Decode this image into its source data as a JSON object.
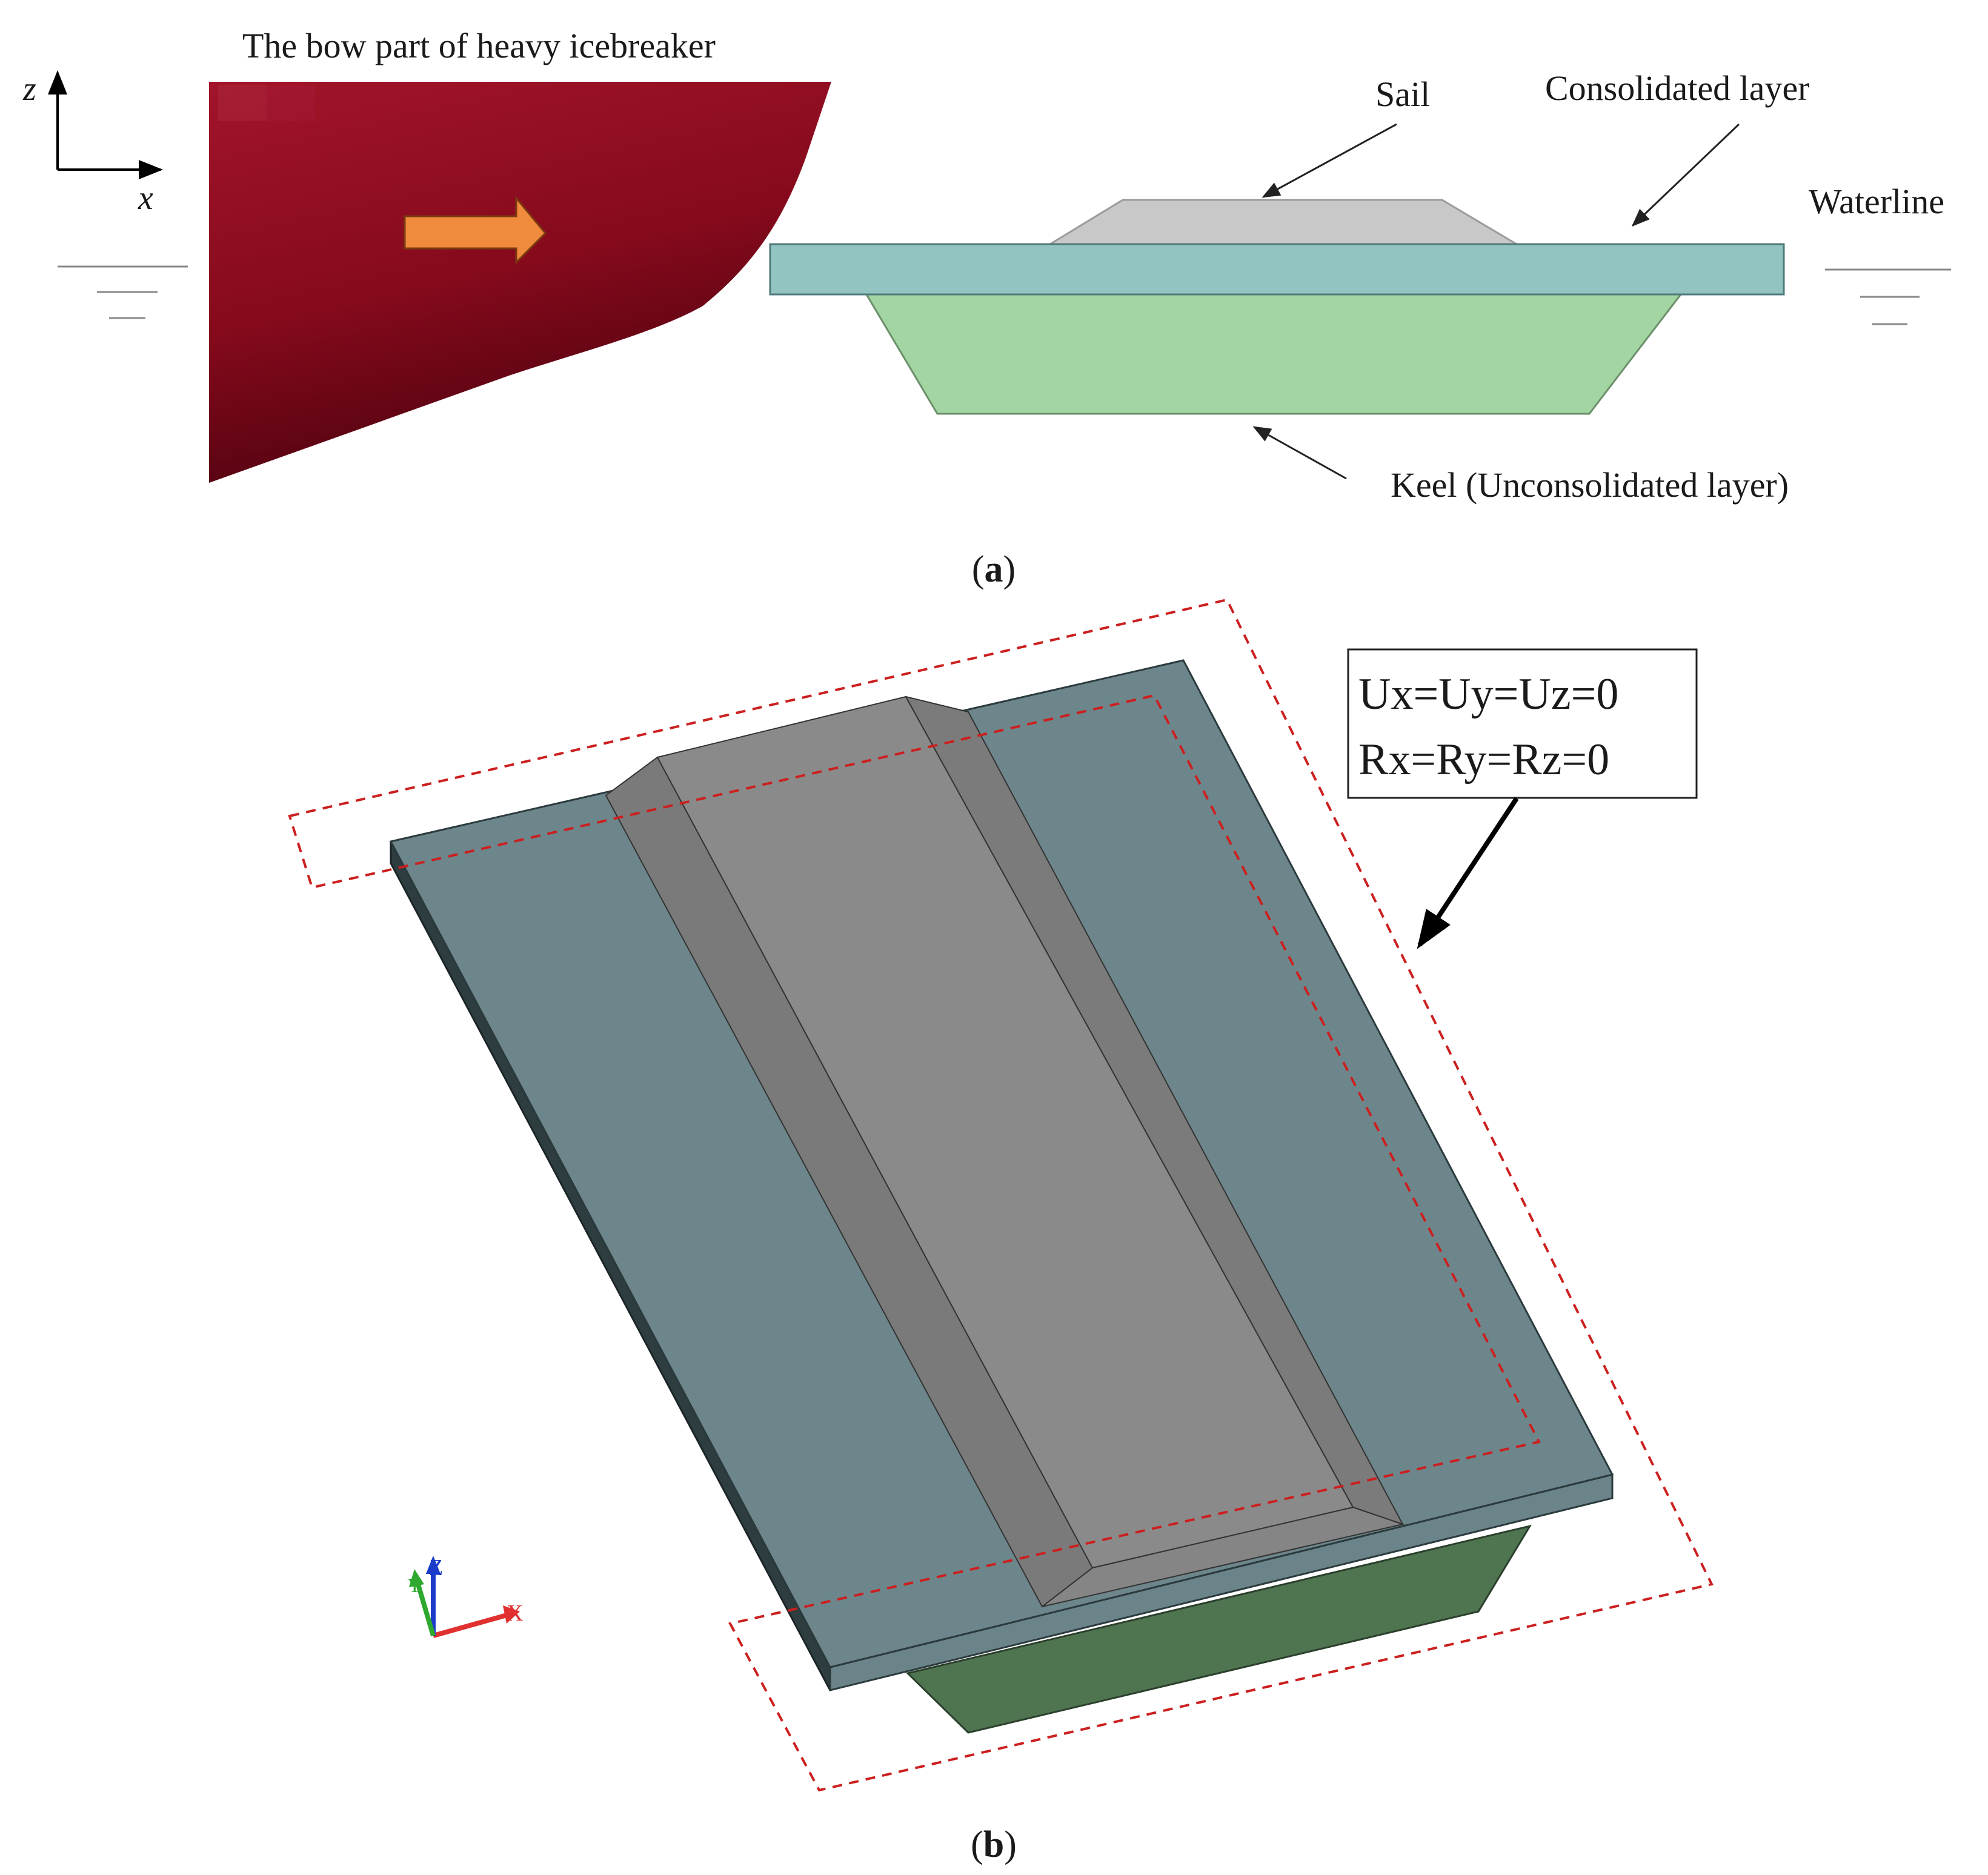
{
  "panel_a": {
    "bow_label": "The bow part of heavy icebreaker",
    "axis_z": "z",
    "axis_x": "x",
    "sail_label": "Sail",
    "consolidated_label": "Consolidated layer",
    "waterline_label": "Waterline",
    "keel_label": "Keel (Unconsolidated layer)",
    "caption_open": "(",
    "caption_letter": "a",
    "caption_close": ")"
  },
  "panel_b": {
    "bc_line1": "Ux=Uy=Uz=0",
    "bc_line2": "Rx=Ry=Rz=0",
    "triad_z": "Z",
    "triad_y": "Y",
    "triad_x": "X",
    "caption_open": "(",
    "caption_letter": "b",
    "caption_close": ")"
  },
  "colors": {
    "hull": "#8e0a1c",
    "arrow": "#f08a3c",
    "sail_a": "#c8c8c8",
    "consolidated_a": "#92c4c2",
    "keel_a": "#a3d5a2",
    "plate_top": "#6d868b",
    "plate_side": "#2d3d40",
    "sail_top": "#8a8a8a",
    "sail_bevel": "#7a7a7a",
    "keel_b": "#4e7550",
    "bc_dash": "#cc1f1f"
  },
  "icons": [
    "motion-arrow",
    "waterline-symbol",
    "coordinate-triad"
  ]
}
